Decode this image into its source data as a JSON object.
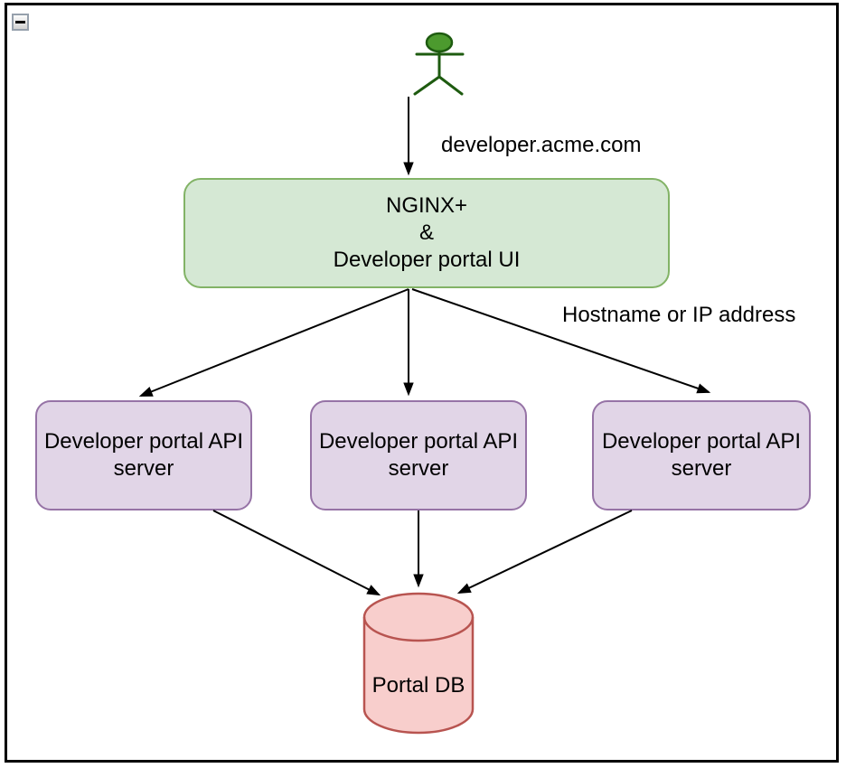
{
  "window": {
    "icons": {
      "collapse": "minus",
      "actor": "stick-figure"
    }
  },
  "colors": {
    "gateway_fill": "#d5e8d4",
    "gateway_stroke": "#82b366",
    "api_fill": "#e1d5e7",
    "api_stroke": "#9673a6",
    "db_fill": "#f8cecc",
    "db_stroke": "#b85450",
    "actor_fill": "#4c9a2e",
    "actor_stroke": "#1e5b10",
    "arrow": "#000000",
    "frame_border": "#000000"
  },
  "diagram": {
    "edge_labels": {
      "request": "developer.acme.com",
      "routing": "Hostname or IP address"
    },
    "gateway": {
      "lines": [
        "NGINX+",
        "&",
        "Developer portal UI"
      ]
    },
    "api_servers": [
      {
        "label": "Developer portal API server"
      },
      {
        "label": "Developer portal API server"
      },
      {
        "label": "Developer portal API server"
      }
    ],
    "database": {
      "label": "Portal DB"
    }
  }
}
